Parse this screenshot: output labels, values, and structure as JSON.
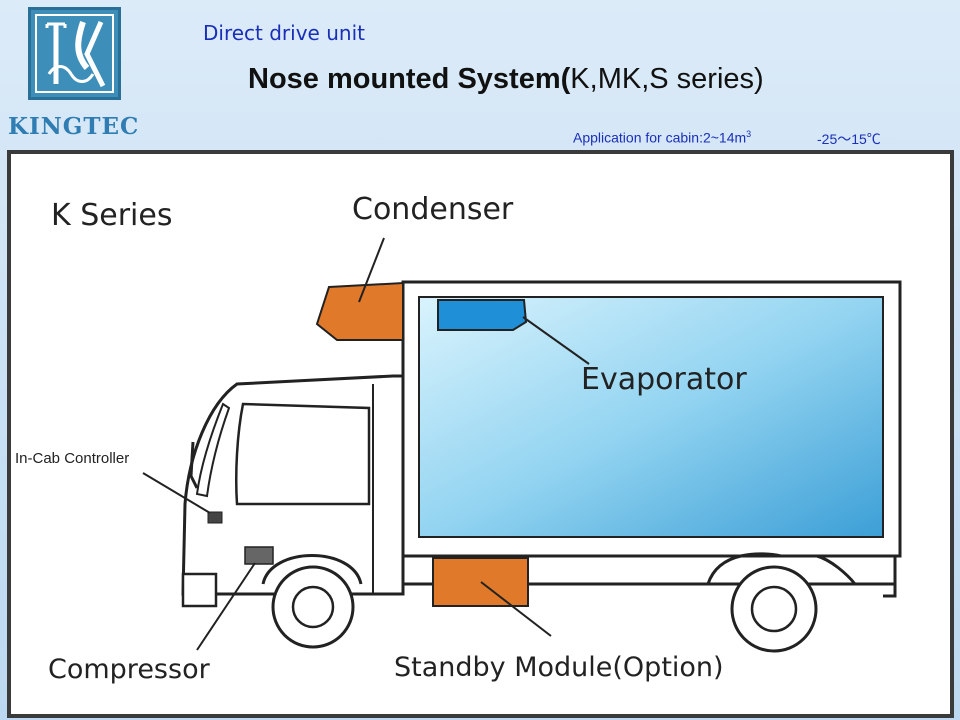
{
  "header": {
    "subtitle": "Direct drive unit",
    "title_main": "Nose mounted System(",
    "title_paren": "K,MK,S series)",
    "application": "Application for cabin:2~14m",
    "application_sup": "3",
    "temperature": "-25～15℃",
    "logo": {
      "name": "KINGTEC",
      "monogram": "K"
    }
  },
  "diagram": {
    "series_label": "K Series",
    "labels": {
      "condenser": "Condenser",
      "evaporator": "Evaporator",
      "in_cab_controller": "In-Cab Controller",
      "compressor": "Compressor",
      "standby_module": "Standby Module(Option)"
    },
    "colors": {
      "component_orange": "#e07a2a",
      "evaporator_blue": "#1f8fd8",
      "cargo_light": "#cfeefb",
      "cargo_dark": "#3ea2d8",
      "line": "#222222"
    }
  }
}
